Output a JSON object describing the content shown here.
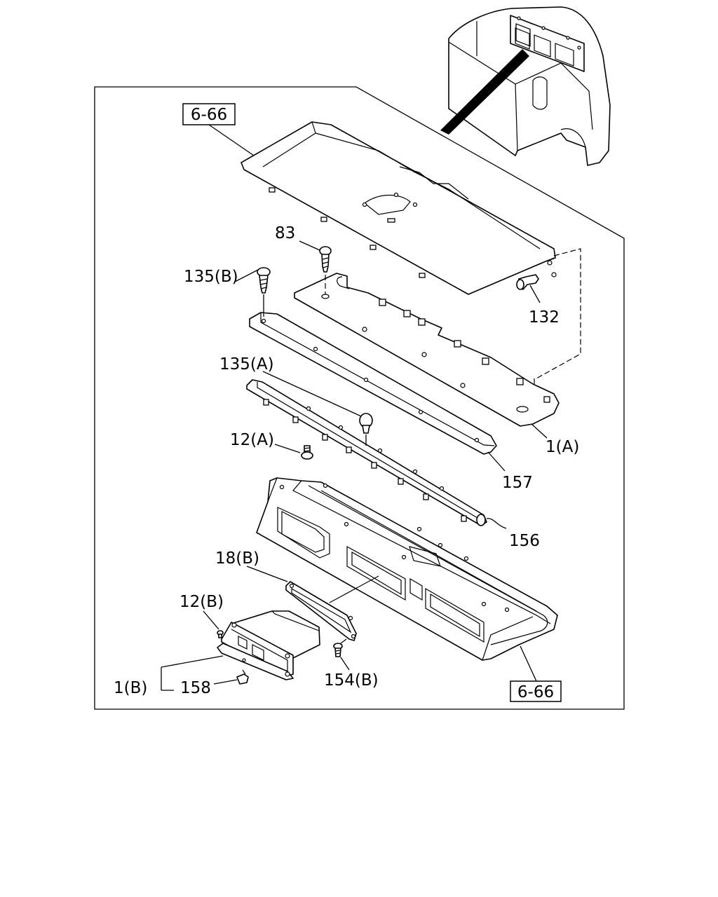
{
  "diagram": {
    "reference_labels": {
      "top_ref": "6-66",
      "bottom_ref": "6-66"
    },
    "part_labels": {
      "p83": "83",
      "p135b": "135(B)",
      "p132": "132",
      "p135a": "135(A)",
      "p12a": "12(A)",
      "p1a": "1(A)",
      "p157": "157",
      "p156": "156",
      "p18b": "18(B)",
      "p12b": "12(B)",
      "p1b": "1(B)",
      "p158": "158",
      "p154b": "154(B)"
    }
  }
}
